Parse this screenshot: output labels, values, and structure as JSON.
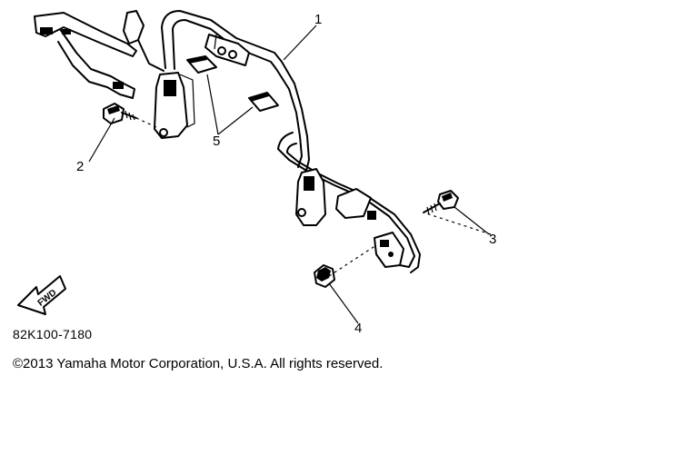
{
  "diagram": {
    "callouts": [
      {
        "id": "1",
        "label": "1"
      },
      {
        "id": "2",
        "label": "2"
      },
      {
        "id": "3",
        "label": "3"
      },
      {
        "id": "4",
        "label": "4"
      },
      {
        "id": "5",
        "label": "5"
      }
    ],
    "fwd_arrow_label": "FWD",
    "part_code": "82K100-7180",
    "copyright": "©2013 Yamaha Motor Corporation, U.S.A. All rights reserved."
  }
}
